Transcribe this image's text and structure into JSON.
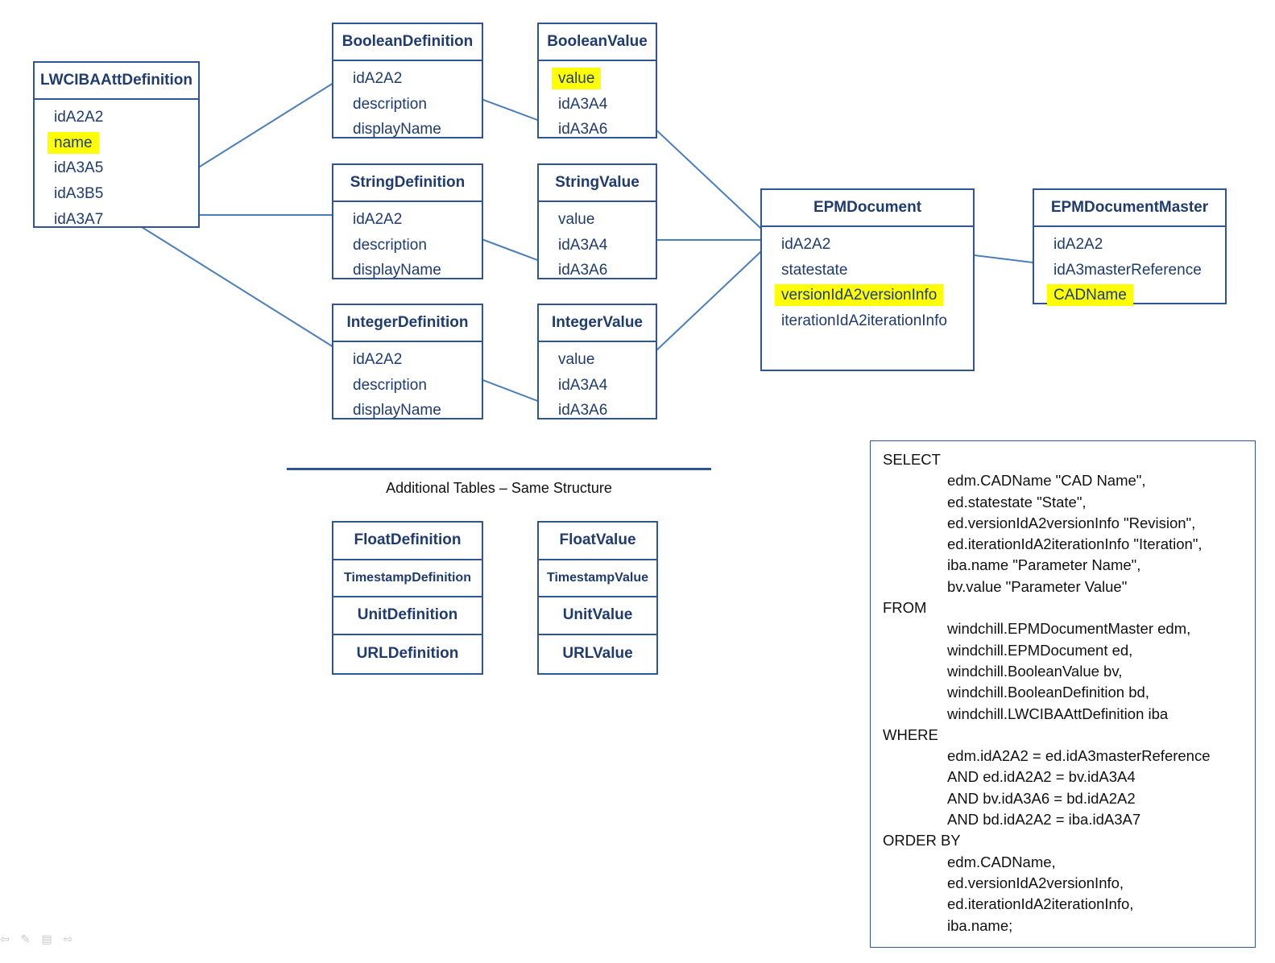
{
  "tables": {
    "lwciba": {
      "title": "LWCIBAAttDefinition",
      "fields": [
        "idA2A2",
        "name",
        "idA3A5",
        "idA3B5",
        "idA3A7"
      ],
      "highlight": [
        1
      ]
    },
    "booldef": {
      "title": "BooleanDefinition",
      "fields": [
        "idA2A2",
        "description",
        "displayName"
      ],
      "highlight": []
    },
    "boolval": {
      "title": "BooleanValue",
      "fields": [
        "value",
        "idA3A4",
        "idA3A6"
      ],
      "highlight": [
        0
      ]
    },
    "strdef": {
      "title": "StringDefinition",
      "fields": [
        "idA2A2",
        "description",
        "displayName"
      ],
      "highlight": []
    },
    "strval": {
      "title": "StringValue",
      "fields": [
        "value",
        "idA3A4",
        "idA3A6"
      ],
      "highlight": []
    },
    "intdef": {
      "title": "IntegerDefinition",
      "fields": [
        "idA2A2",
        "description",
        "displayName"
      ],
      "highlight": []
    },
    "intval": {
      "title": "IntegerValue",
      "fields": [
        "value",
        "idA3A4",
        "idA3A6"
      ],
      "highlight": []
    },
    "epmdoc": {
      "title": "EPMDocument",
      "fields": [
        "idA2A2",
        "statestate",
        "versionIdA2versionInfo",
        "iterationIdA2iterationInfo"
      ],
      "highlight": [
        2
      ]
    },
    "epmmaster": {
      "title": "EPMDocumentMaster",
      "fields": [
        "idA2A2",
        "idA3masterReference",
        "CADName"
      ],
      "highlight": [
        2
      ]
    }
  },
  "additional": {
    "label": "Additional Tables – Same Structure",
    "definitions": [
      "FloatDefinition",
      "TimestampDefinition",
      "UnitDefinition",
      "URLDefinition"
    ],
    "values": [
      "FloatValue",
      "TimestampValue",
      "UnitValue",
      "URLValue"
    ]
  },
  "sql": [
    {
      "kw": "SELECT",
      "lines": [
        "edm.CADName \"CAD Name\",",
        "ed.statestate \"State\",",
        "ed.versionIdA2versionInfo \"Revision\",",
        "ed.iterationIdA2iterationInfo \"Iteration\",",
        "iba.name \"Parameter Name\",",
        "bv.value \"Parameter Value\""
      ]
    },
    {
      "kw": "FROM",
      "lines": [
        "windchill.EPMDocumentMaster edm,",
        "windchill.EPMDocument ed,",
        "windchill.BooleanValue bv,",
        "windchill.BooleanDefinition bd,",
        "windchill.LWCIBAAttDefinition iba"
      ]
    },
    {
      "kw": "WHERE",
      "lines": [
        "edm.idA2A2 = ed.idA3masterReference",
        "AND ed.idA2A2 = bv.idA3A4",
        "AND bv.idA3A6 = bd.idA2A2",
        "AND bd.idA2A2 = iba.idA3A7"
      ]
    },
    {
      "kw": "ORDER BY",
      "lines": [
        "edm.CADName,",
        "ed.versionIdA2versionInfo,",
        "ed.iterationIdA2iterationInfo,",
        "iba.name;"
      ]
    }
  ],
  "colors": {
    "border": "#2f5597",
    "text": "#1f3b70",
    "highlight": "#ffff00",
    "connector": "#4a7ebb"
  },
  "footer_icons": [
    "back-arrow-icon",
    "pen-icon",
    "menu-icon",
    "forward-arrow-icon"
  ]
}
